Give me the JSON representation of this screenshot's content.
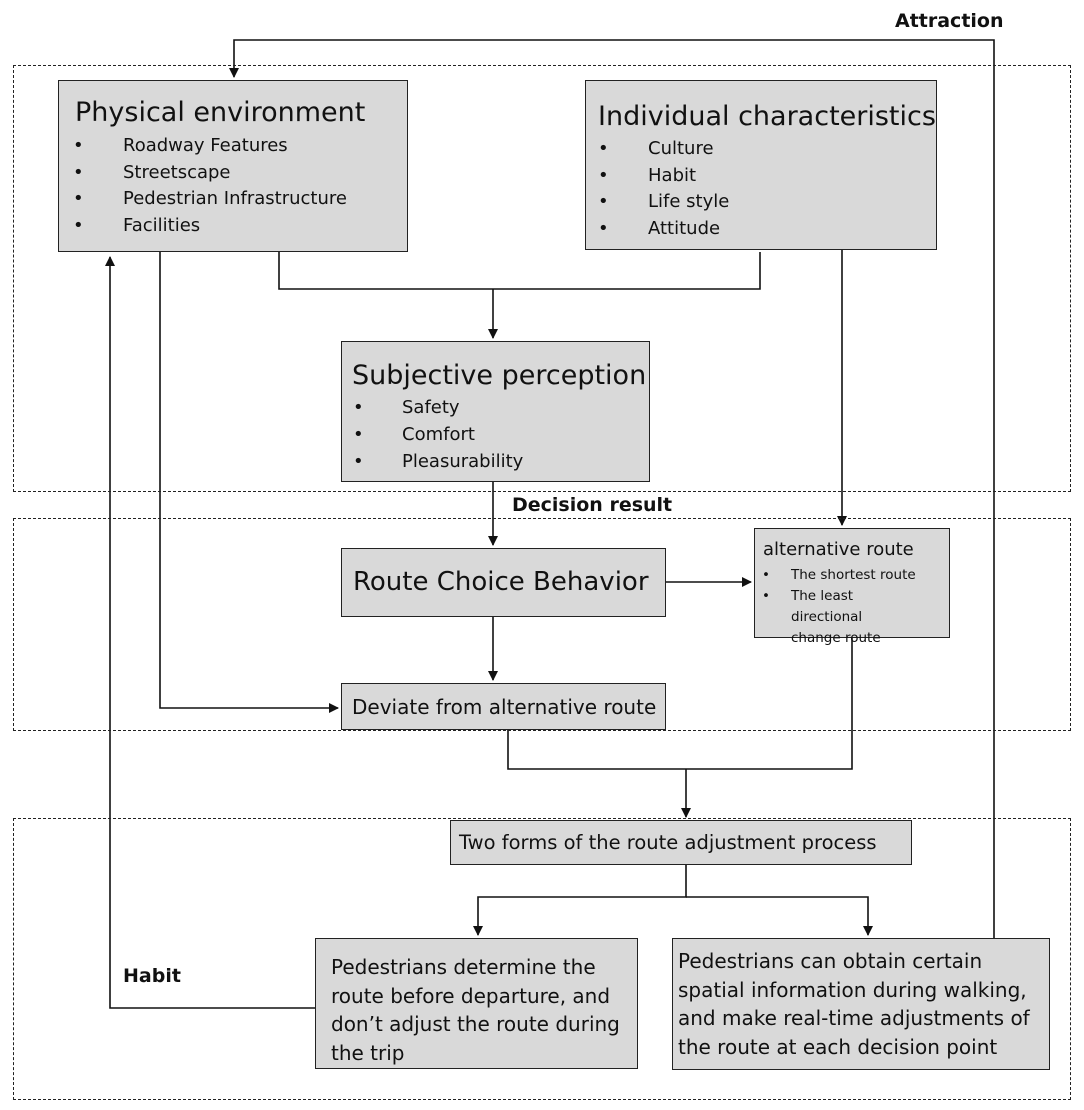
{
  "labels": {
    "attraction": "Attraction",
    "decision_result": "Decision result",
    "habit": "Habit"
  },
  "nodes": {
    "physical": {
      "title": "Physical environment",
      "items": [
        "Roadway Features",
        "Streetscape",
        "Pedestrian Infrastructure",
        "Facilities"
      ]
    },
    "individual": {
      "title": "Individual characteristics",
      "items": [
        "Culture",
        "Habit",
        "Life style",
        "Attitude"
      ]
    },
    "subjective": {
      "title": "Subjective perception",
      "items": [
        "Safety",
        "Comfort",
        "Pleasurability"
      ]
    },
    "route_choice": {
      "title": "Route Choice Behavior"
    },
    "alternative": {
      "title": "alternative route",
      "items": [
        "The shortest route",
        "The least directional change route"
      ]
    },
    "deviate": {
      "title": "Deviate from alternative route"
    },
    "two_forms": {
      "title": "Two forms of the route adjustment process"
    },
    "pre_departure": {
      "text": "Pedestrians determine the route before departure, and don’t adjust the route during the trip"
    },
    "real_time": {
      "text": "Pedestrians can obtain certain spatial information during walking, and make real-time adjustments of the route at each decision point"
    }
  },
  "colors": {
    "box_fill": "#d9d9d9",
    "stroke": "#222222"
  }
}
